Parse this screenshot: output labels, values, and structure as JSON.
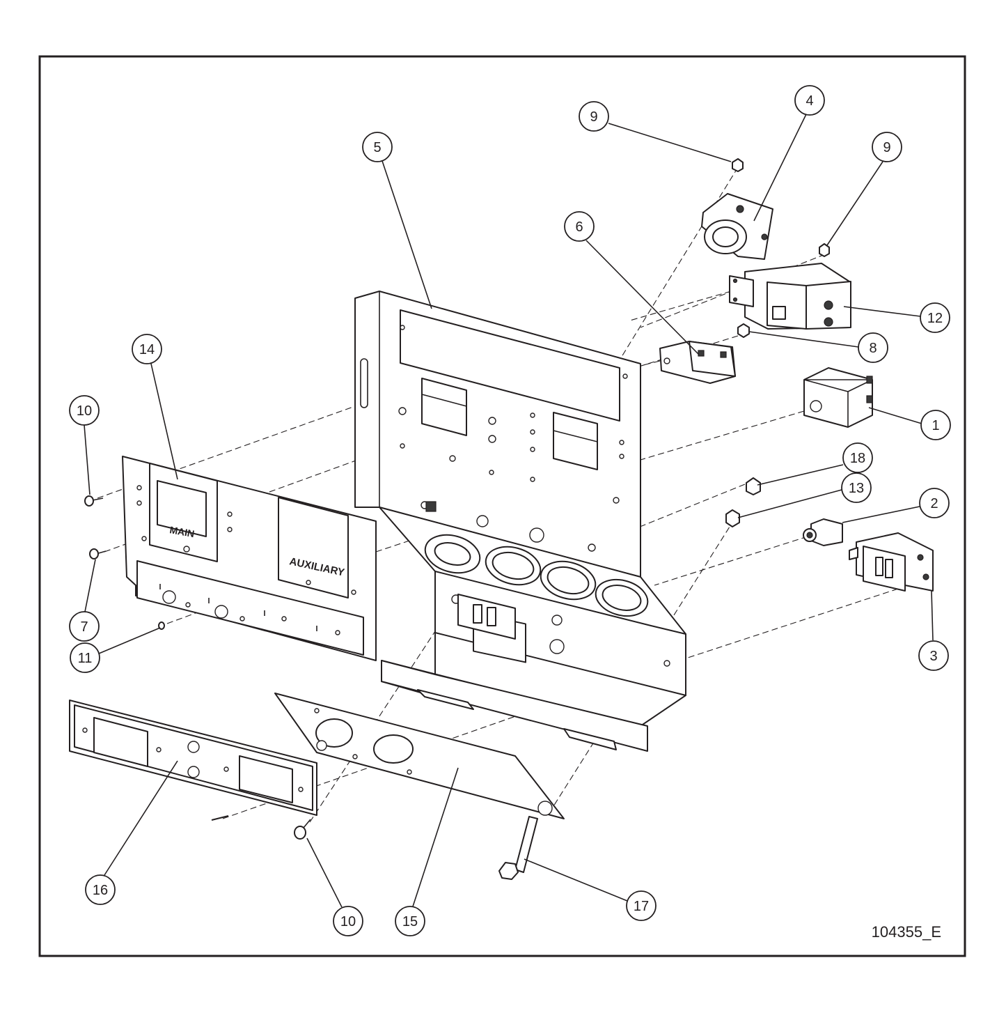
{
  "drawing": {
    "number": "104355_E",
    "panel_labels": {
      "main": "MAIN",
      "auxiliary": "AUXILIARY"
    }
  },
  "callouts": [
    {
      "id": "1",
      "label": "1",
      "part": "auxiliary box"
    },
    {
      "id": "2",
      "label": "2",
      "part": "circuit breaker"
    },
    {
      "id": "3",
      "label": "3",
      "part": "gfci receptacle"
    },
    {
      "id": "4",
      "label": "4",
      "part": "twist-lock receptacle"
    },
    {
      "id": "5",
      "label": "5",
      "part": "rear mounting panel"
    },
    {
      "id": "6",
      "label": "6",
      "part": "relay"
    },
    {
      "id": "7",
      "label": "7",
      "part": "screw"
    },
    {
      "id": "8",
      "label": "8",
      "part": "nut"
    },
    {
      "id": "9a",
      "label": "9",
      "part": "nut"
    },
    {
      "id": "9b",
      "label": "9",
      "part": "nut"
    },
    {
      "id": "10a",
      "label": "10",
      "part": "screw"
    },
    {
      "id": "10b",
      "label": "10",
      "part": "screw"
    },
    {
      "id": "11",
      "label": "11",
      "part": "screw"
    },
    {
      "id": "12",
      "label": "12",
      "part": "main circuit breaker"
    },
    {
      "id": "13",
      "label": "13",
      "part": "nut"
    },
    {
      "id": "14",
      "label": "14",
      "part": "control panel decal"
    },
    {
      "id": "15",
      "label": "15",
      "part": "receptacle panel gasket"
    },
    {
      "id": "16",
      "label": "16",
      "part": "lower panel decal"
    },
    {
      "id": "17",
      "label": "17",
      "part": "bolt"
    },
    {
      "id": "18",
      "label": "18",
      "part": "nut"
    }
  ]
}
